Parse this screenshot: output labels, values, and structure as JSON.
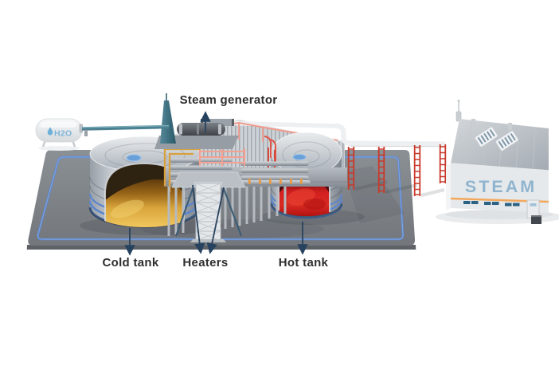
{
  "annotations": {
    "steam_generator": "Steam generator",
    "cold_tank": "Cold tank",
    "heaters": "Heaters",
    "hot_tank": "Hot tank"
  },
  "equipment_text": {
    "water_tank": "H2O",
    "steam_building": "STEAM"
  },
  "colors": {
    "cold_storage_medium": "#d9a53c",
    "hot_storage_medium": "#d32020",
    "pipe_loop_blue": "#5d86cd",
    "support_ladder_red": "#c8392b",
    "building_stripe_orange": "#f2a85c",
    "steam_text_blue": "#8fb4cf",
    "h2o_text_blue": "#7fb4d8",
    "annotation_text": "#2e2e2e",
    "leader_arrow": "#27425f",
    "ground_pad_gray": "#7f8388"
  }
}
